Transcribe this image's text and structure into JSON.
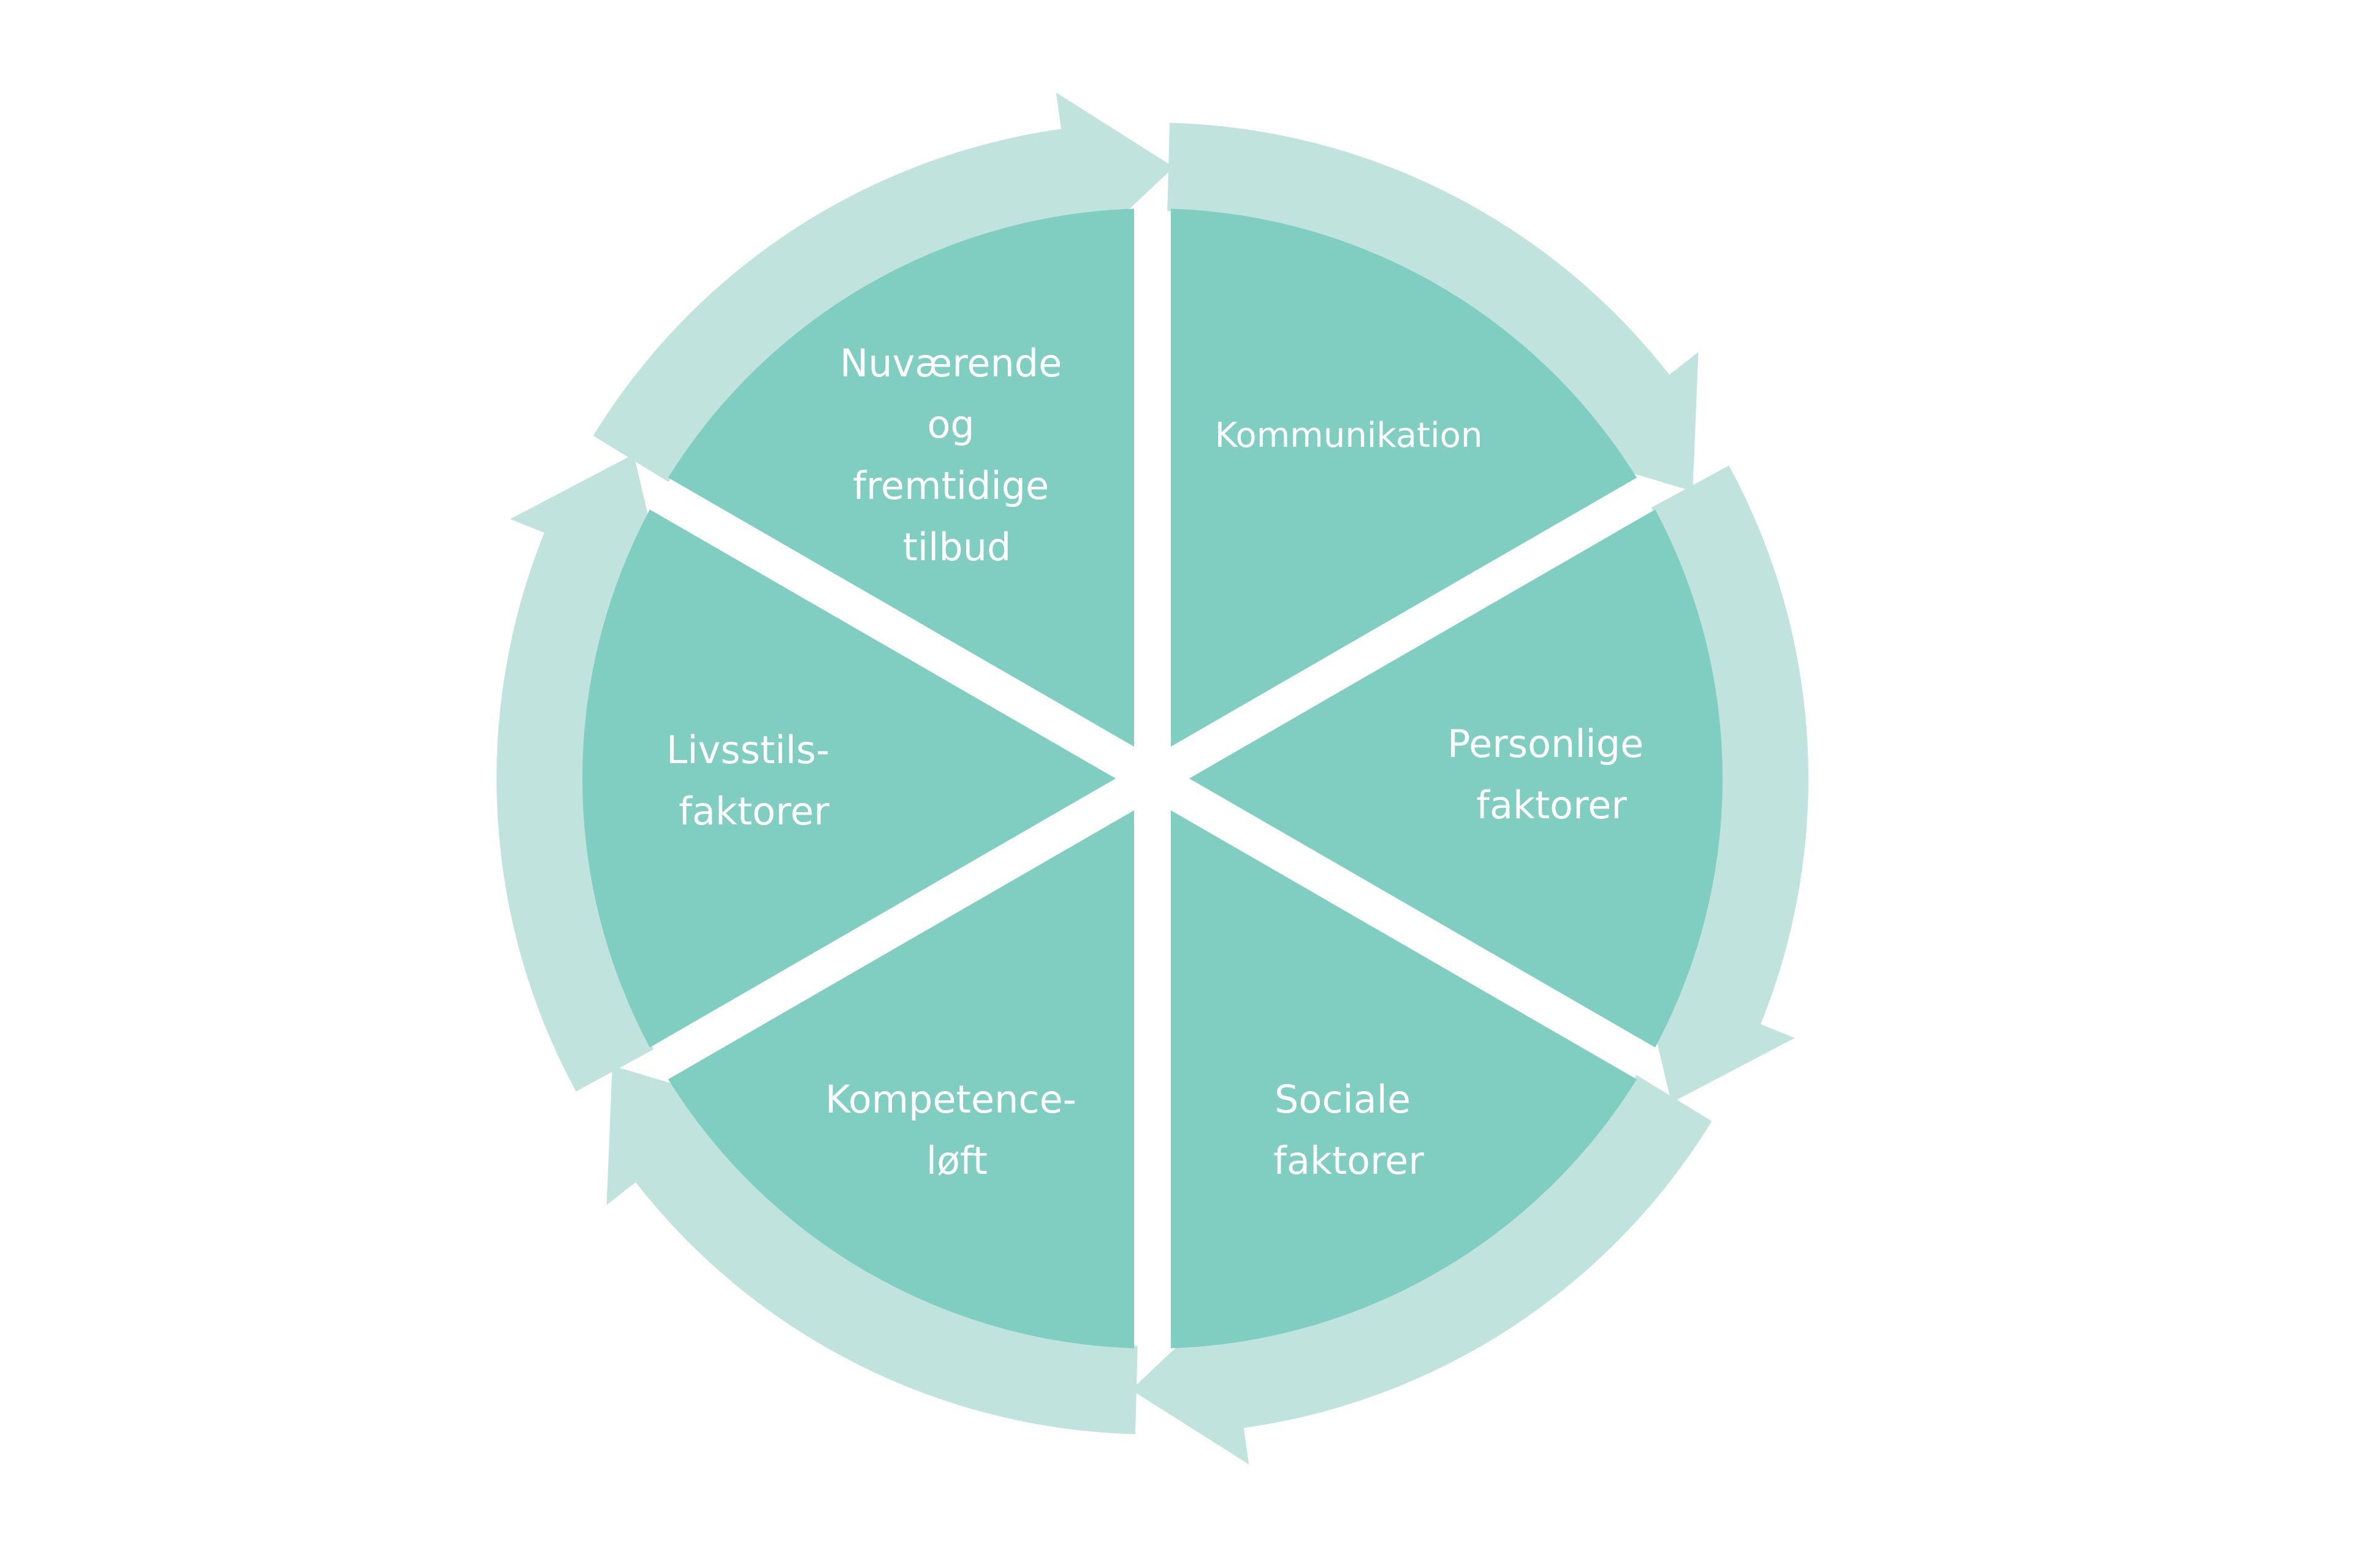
{
  "colors": {
    "background": "#ffffff",
    "segment_fill": "#80cdc1",
    "arrow_fill": "#c0e3dd",
    "label_text": "#ffffff"
  },
  "segments": [
    {
      "key": "kommunikation",
      "lines": [
        "Kommunikation"
      ]
    },
    {
      "key": "personlige",
      "lines": [
        "Personlige",
        "faktorer"
      ]
    },
    {
      "key": "sociale",
      "lines": [
        "Sociale",
        "faktorer"
      ]
    },
    {
      "key": "kompetence",
      "lines": [
        "Kompetence-",
        "løft"
      ]
    },
    {
      "key": "livsstils",
      "lines": [
        "Livsstils-",
        "faktorer"
      ]
    },
    {
      "key": "nuvaerende",
      "lines": [
        "Nuværende",
        "og",
        "fremtidige",
        "tilbud"
      ]
    }
  ]
}
